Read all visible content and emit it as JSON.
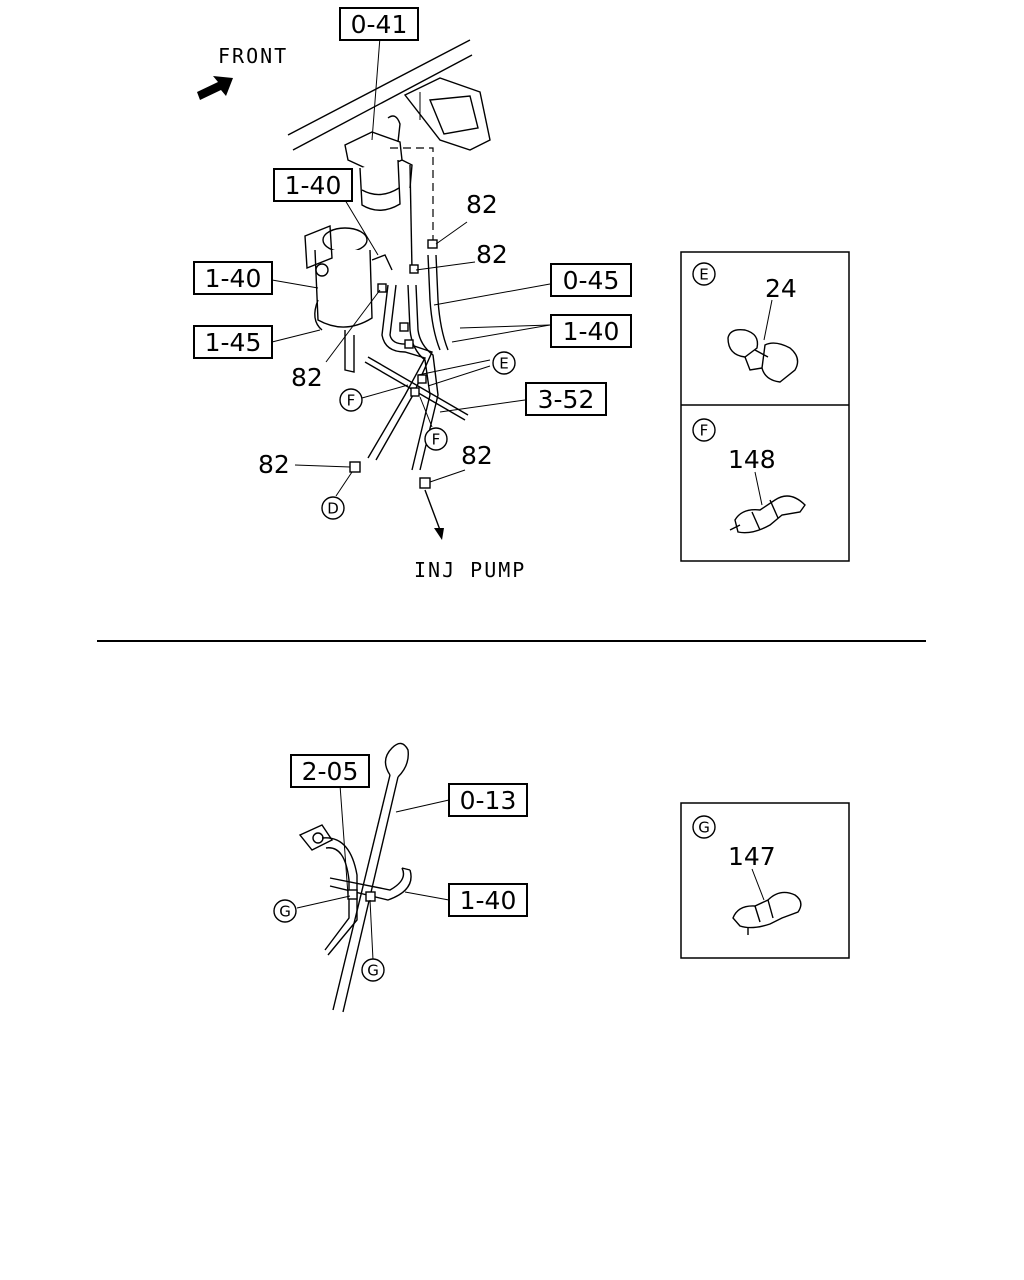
{
  "top_diagram": {
    "front_label": "FRONT",
    "inj_pump_label": "INJ PUMP",
    "ref_boxes": {
      "r_0_41": "0-41",
      "r_1_40_a": "1-40",
      "r_1_40_b": "1-40",
      "r_1_45": "1-45",
      "r_0_45": "0-45",
      "r_1_40_c": "1-40",
      "r_3_52": "3-52"
    },
    "part_numbers": {
      "p82_a": "82",
      "p82_b": "82",
      "p82_c": "82",
      "p82_d": "82",
      "p82_e": "82"
    },
    "circles": {
      "c_e": "E",
      "c_f1": "F",
      "c_f2": "F",
      "c_d": "D"
    }
  },
  "detail_e": {
    "letter": "E",
    "part": "24"
  },
  "detail_f": {
    "letter": "F",
    "part": "148"
  },
  "bottom_diagram": {
    "ref_boxes": {
      "r_2_05": "2-05",
      "r_0_13": "0-13",
      "r_1_40": "1-40"
    },
    "circles": {
      "c_g1": "G",
      "c_g2": "G"
    }
  },
  "detail_g": {
    "letter": "G",
    "part": "147"
  }
}
